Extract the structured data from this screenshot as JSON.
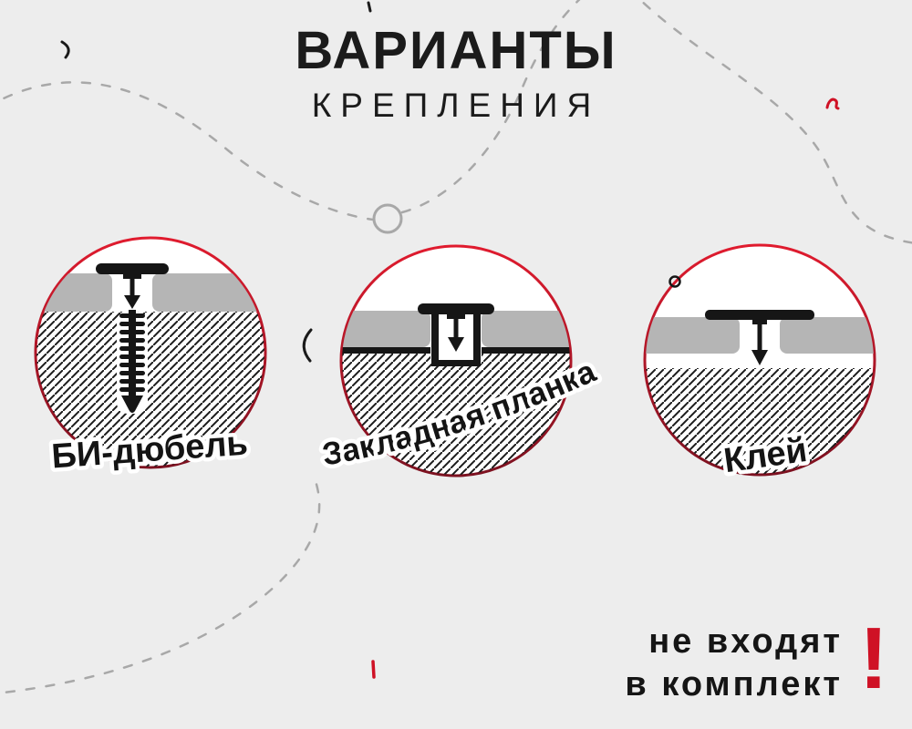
{
  "header": {
    "title": "ВАРИАНТЫ",
    "subtitle": "КРЕПЛЕНИЯ"
  },
  "options": [
    {
      "label": "БИ-дюбель",
      "icon": "bi-dowel-cross-section-icon"
    },
    {
      "label": "Закладная планка",
      "icon": "mounting-strip-cross-section-icon"
    },
    {
      "label": "Клей",
      "icon": "glue-cross-section-icon"
    }
  ],
  "footer": {
    "note_line1": "не входят",
    "note_line2": "в комплект",
    "exclamation_mark": "!"
  },
  "colors": {
    "background": "#ededed",
    "accent_red": "#cf1125",
    "rim_red_top": "#e01b2e",
    "rim_red_bottom": "#7c1120",
    "text_dark": "#1b1b1b",
    "panel_gray": "#b5b5b5",
    "dash_gray": "#a8a8a8",
    "hatch_black": "#1c1c1c"
  }
}
